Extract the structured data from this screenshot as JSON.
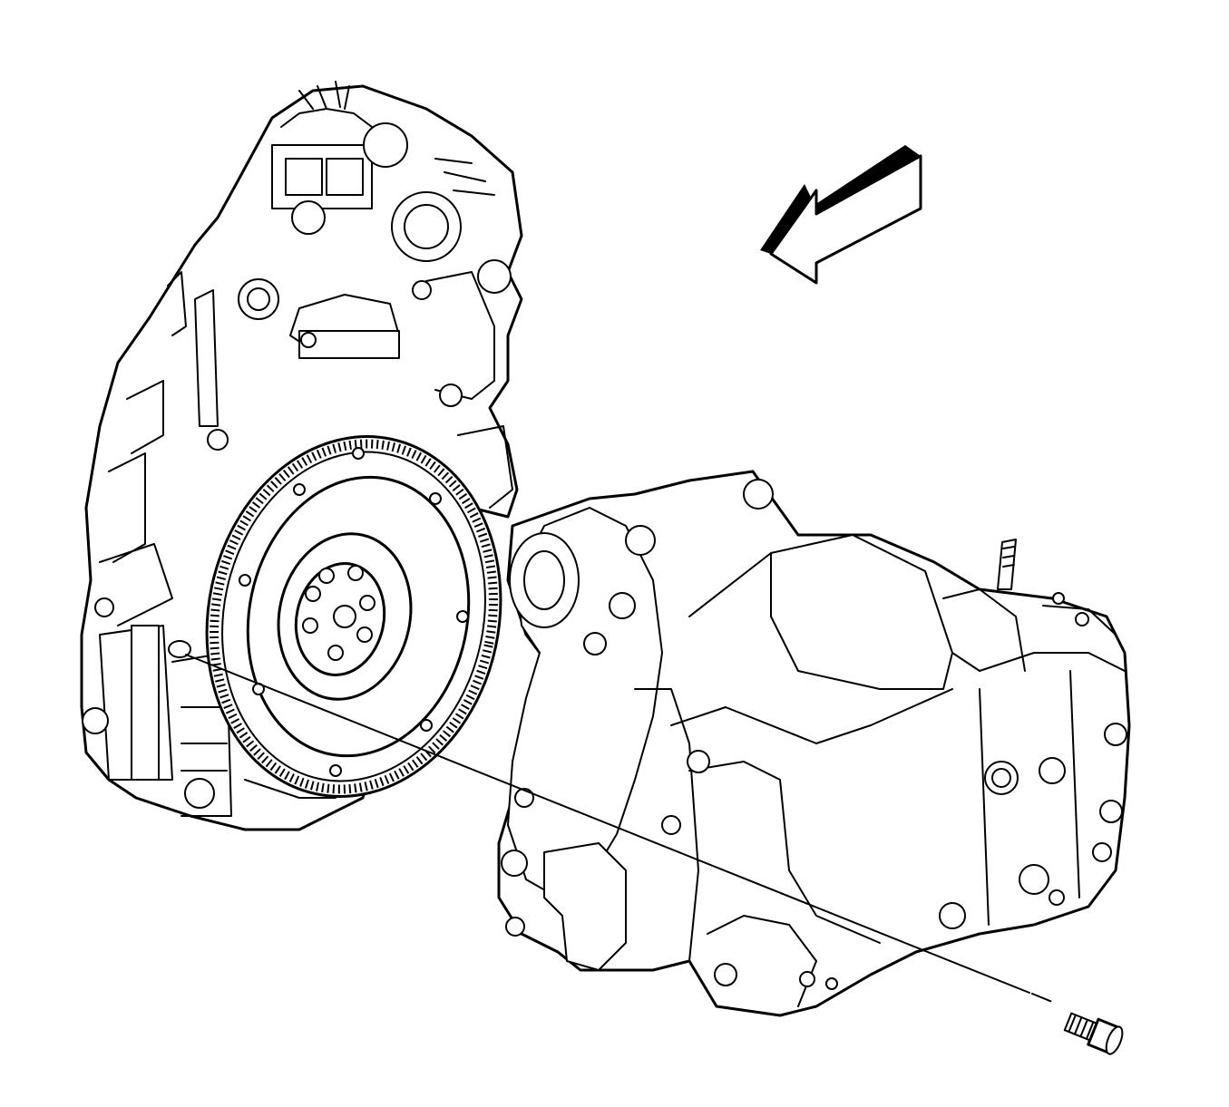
{
  "figure": {
    "components": [
      {
        "name": "engine-block"
      },
      {
        "name": "flywheel"
      },
      {
        "name": "transaxle"
      },
      {
        "name": "mounting-bolt"
      },
      {
        "name": "direction-arrow"
      }
    ],
    "arrow_direction": "down-left",
    "line_color": "#000000",
    "background_color": "#ffffff"
  }
}
